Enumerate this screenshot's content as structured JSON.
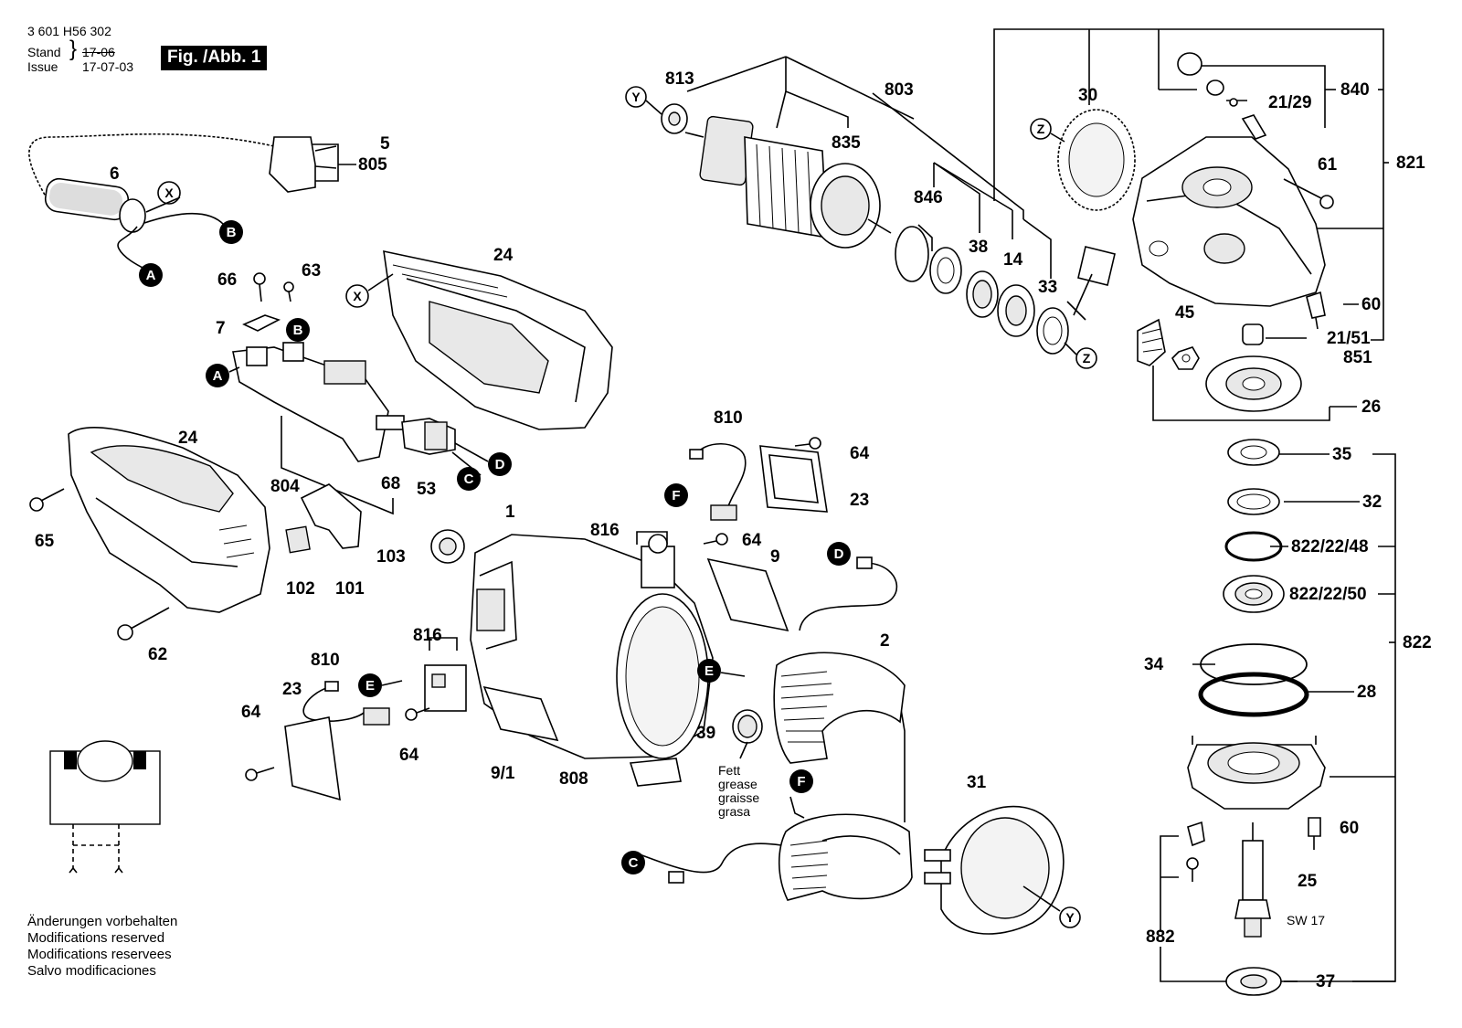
{
  "header": {
    "part_number": "3 601 H56 302",
    "stand_label": "Stand",
    "issue_label": "Issue",
    "old_date": "17-06",
    "issue_date": "17-07-03",
    "figure": "Fig. /Abb. 1"
  },
  "notes": [
    "Änderungen vorbehalten",
    "Modifications reserved",
    "Modifications reservees",
    "Salvo modificaciones"
  ],
  "callouts": {
    "813": "813",
    "803": "803",
    "30": "30",
    "840": "840",
    "21_29": "21/29",
    "821": "821",
    "835": "835",
    "846": "846",
    "38": "38",
    "14": "14",
    "33": "33",
    "61": "61",
    "60a": "60",
    "21_51": "21/51",
    "851": "851",
    "45": "45",
    "26": "26",
    "35": "35",
    "32": "32",
    "822_22_48": "822/22/48",
    "822_22_50": "822/22/50",
    "822": "822",
    "34": "34",
    "28": "28",
    "60b": "60",
    "25": "25",
    "sw17": "SW 17",
    "882": "882",
    "37": "37",
    "5": "5",
    "805": "805",
    "6": "6",
    "24a": "24",
    "66": "66",
    "63": "63",
    "7": "7",
    "24b": "24",
    "804": "804",
    "68": "68",
    "53": "53",
    "65": "65",
    "102": "102",
    "101": "101",
    "62": "62",
    "810a": "810",
    "64a": "64",
    "23a": "23",
    "816a": "816",
    "64b": "64",
    "9": "9",
    "103": "103",
    "1": "1",
    "810b": "810",
    "816b": "816",
    "23b": "23",
    "64c": "64",
    "64d": "64",
    "9_1": "9/1",
    "808": "808",
    "2": "2",
    "39": "39",
    "31": "31"
  },
  "grease": [
    "Fett",
    "grease",
    "graisse",
    "grasa"
  ],
  "connectors": {
    "A": "A",
    "B": "B",
    "C": "C",
    "D": "D",
    "E": "E",
    "F": "F",
    "X": "X",
    "Y": "Y",
    "Z": "Z"
  }
}
